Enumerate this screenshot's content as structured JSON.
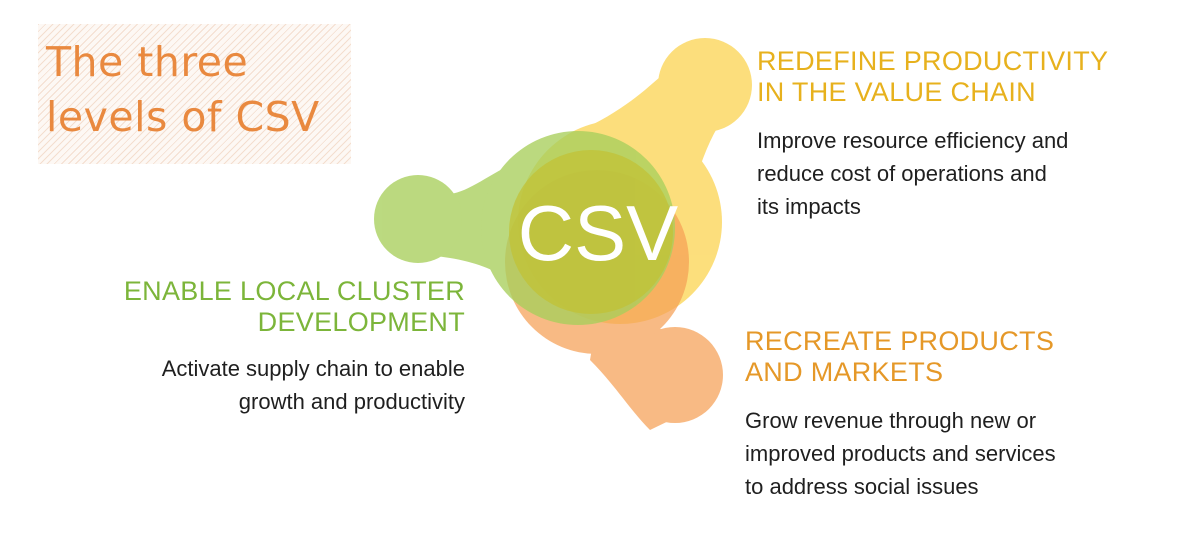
{
  "title": {
    "line1": "The three",
    "line2": "levels of CSV"
  },
  "center_label": "CSV",
  "levels": {
    "productivity": {
      "heading": [
        "REDEFINE PRODUCTIVITY",
        "IN THE VALUE CHAIN"
      ],
      "body": [
        "Improve resource efficiency and",
        "reduce cost of operations and",
        "its impacts"
      ],
      "color": "#e7b11d"
    },
    "cluster": {
      "heading": [
        "ENABLE LOCAL CLUSTER",
        "DEVELOPMENT"
      ],
      "body": [
        "Activate supply chain to enable",
        "growth and productivity"
      ],
      "color": "#7cb53a"
    },
    "products": {
      "heading": [
        "RECREATE PRODUCTS",
        "AND MARKETS"
      ],
      "body": [
        "Grow revenue through new or",
        "improved products and services",
        "to address social issues"
      ],
      "color": "#e59828"
    }
  },
  "colors": {
    "title": "#e9893f",
    "yellow_shape": "#fbd24a",
    "green_shape": "#a8cf5c",
    "orange_shape": "#f6a056",
    "overlap": "#c2c236",
    "center_text": "#ffffff",
    "body_text": "#1f1f1f"
  }
}
